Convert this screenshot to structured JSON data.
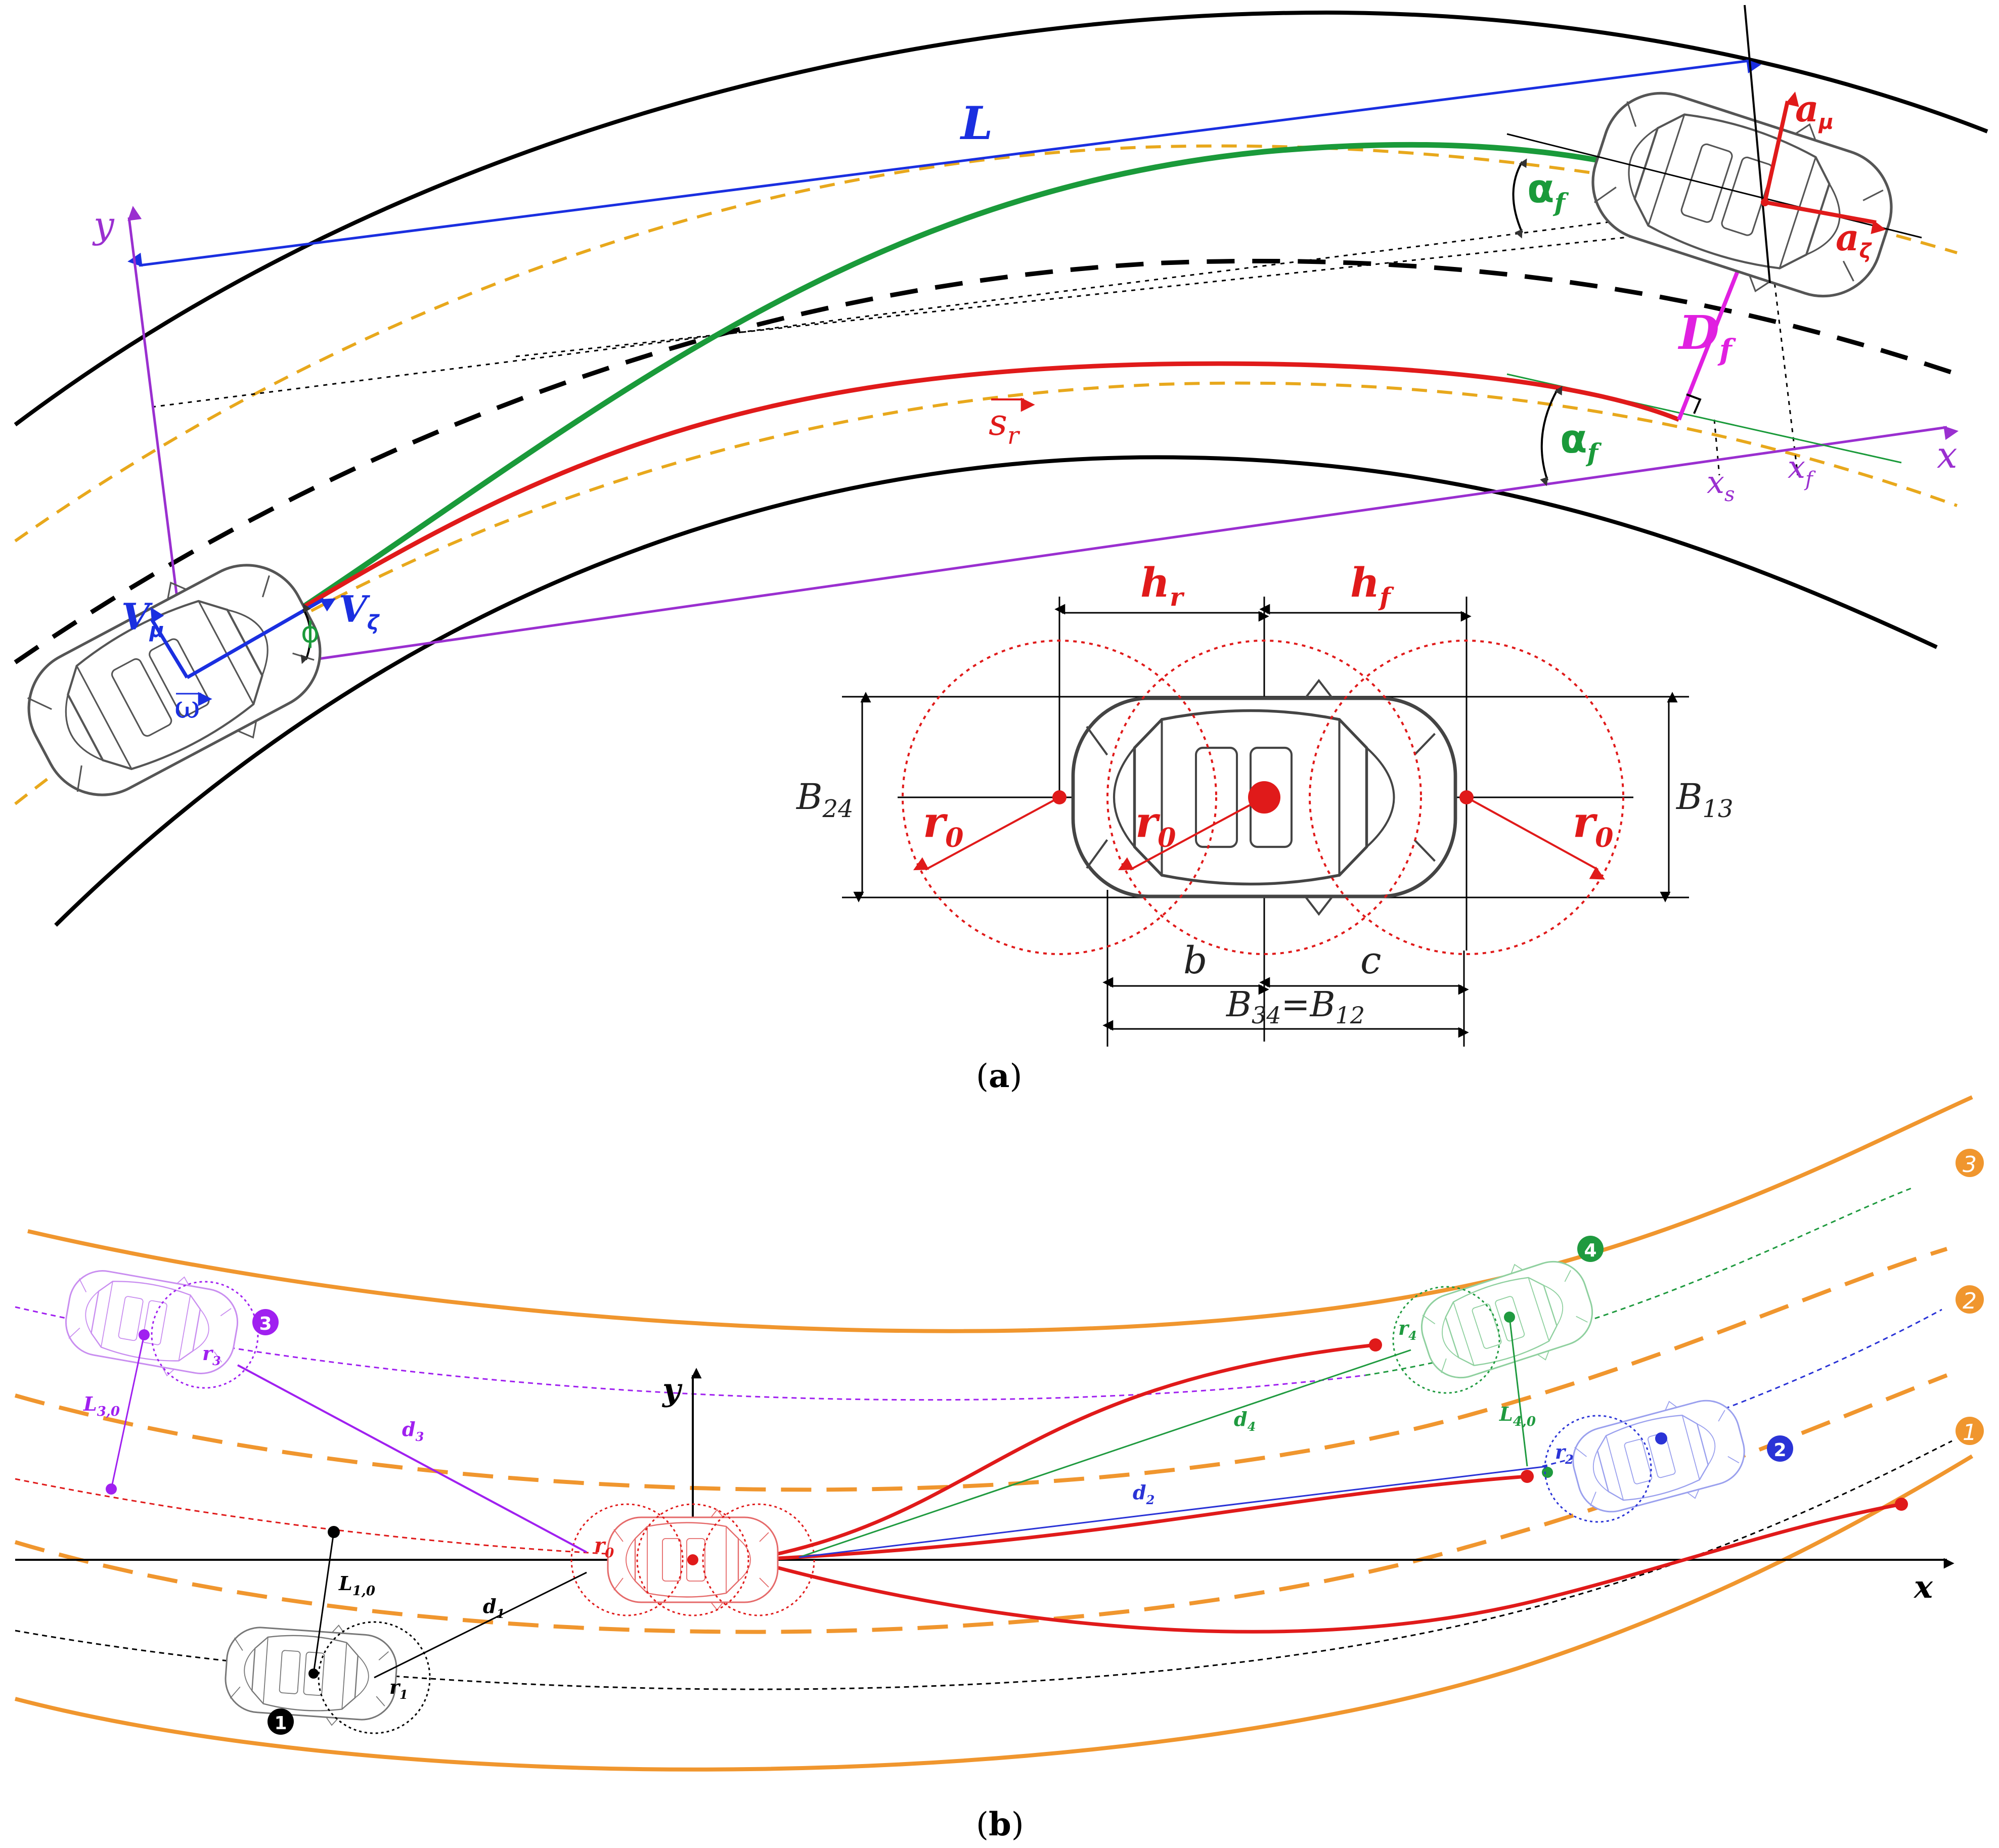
{
  "colors": {
    "road_edge": "#000000",
    "lane_yellow": "#e8a81c",
    "path_green": "#1a9a3a",
    "path_red": "#e01a1a",
    "axis_purple": "#9a2fd0",
    "vector_blue": "#1a2fe0",
    "distance_magenta": "#e020e0",
    "road_orange": "#f0962e",
    "veh1": "#000000",
    "veh2": "#2a33d6",
    "veh3": "#a020f0",
    "veh4": "#1f9a3f"
  },
  "panel_a": {
    "caption": "(a)",
    "labels": {
      "L": "L",
      "y": "y",
      "x": "x",
      "a_mu": "a",
      "a_mu_sub": "μ",
      "a_zeta": "a",
      "a_zeta_sub": "ζ",
      "alpha_f_top": "α",
      "alpha_f_bottom": "α",
      "alpha_sub": "f",
      "D_f": "D",
      "D_f_sub": "f",
      "s_r": "s",
      "s_r_sub": "r",
      "x_s": "x",
      "x_s_sub": "s",
      "x_f": "x",
      "x_f_sub": "f",
      "V_mu": "V",
      "V_mu_sub": "μ",
      "V_zeta": "V",
      "V_zeta_sub": "ζ",
      "phi": "ϕ",
      "omega": "ω"
    },
    "car_model": {
      "h_r": "h",
      "h_r_sub": "r",
      "h_f": "h",
      "h_f_sub": "f",
      "B24": "B",
      "B24_sub": "24",
      "B13": "B",
      "B13_sub": "13",
      "r0": "r",
      "r0_sub": "0",
      "b": "b",
      "c": "c",
      "B34": "B",
      "B34_sub": "34",
      "B12": "B",
      "B12_sub": "12",
      "eq": "="
    }
  },
  "panel_b": {
    "caption": "(b)",
    "axes": {
      "x": "x",
      "y": "y"
    },
    "lanes": [
      "1",
      "2",
      "3"
    ],
    "vehicles": [
      "1",
      "2",
      "3",
      "4"
    ],
    "labels": {
      "L10": "L",
      "L10_sub": "1,0",
      "L30": "L",
      "L30_sub": "3,0",
      "L40": "L",
      "L40_sub": "4,0",
      "d1": "d",
      "d1_sub": "1",
      "d2": "d",
      "d2_sub": "2",
      "d3": "d",
      "d3_sub": "3",
      "d4": "d",
      "d4_sub": "4",
      "r1": "r",
      "r1_sub": "1",
      "r2": "r",
      "r2_sub": "2",
      "r3": "r",
      "r3_sub": "3",
      "r4": "r",
      "r4_sub": "4",
      "r0": "r",
      "r0_sub": "0"
    }
  }
}
